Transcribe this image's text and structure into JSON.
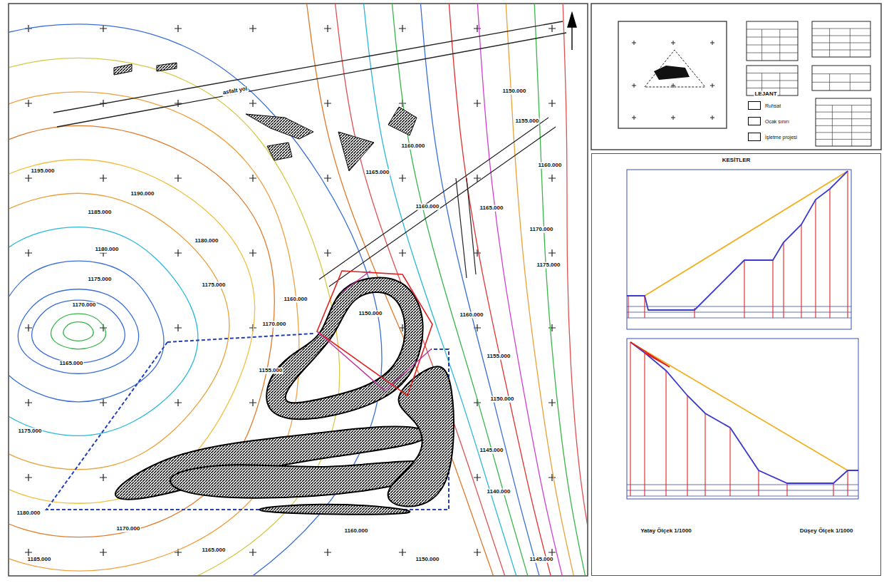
{
  "diagram": {
    "nodes": [
      {
        "text": [
          "KESİTLER"
        ]
      }
    ],
    "labels": [
      "1195.000",
      "1190.000",
      "1185.000",
      "1180.000",
      "1175.000",
      "1170.000",
      "1165.000",
      "1180.000",
      "1175.000",
      "1170.000",
      "1160.000",
      "1150.000",
      "1155.000",
      "1160.000",
      "1165.000",
      "1170.000",
      "1175.000",
      "1160.000",
      "1155.000",
      "1150.000",
      "1145.000",
      "1140.000",
      "1175.000",
      "1180.000",
      "1170.000",
      "1165.000",
      "1160.000",
      "1150.000",
      "1145.000",
      "1185.000",
      "1155.000",
      "1150.000",
      "1160.000",
      "1165.000",
      "1160.000",
      "asfalt yol",
      "LEJANT",
      "Yatay Ölçek 1/1000",
      "Düşey Ölçek 1/1000"
    ],
    "legend": [
      {
        "text": "Ruhsat"
      },
      {
        "text": "Ocak sınırı"
      },
      {
        "text": "İşletme projesi"
      }
    ]
  }
}
